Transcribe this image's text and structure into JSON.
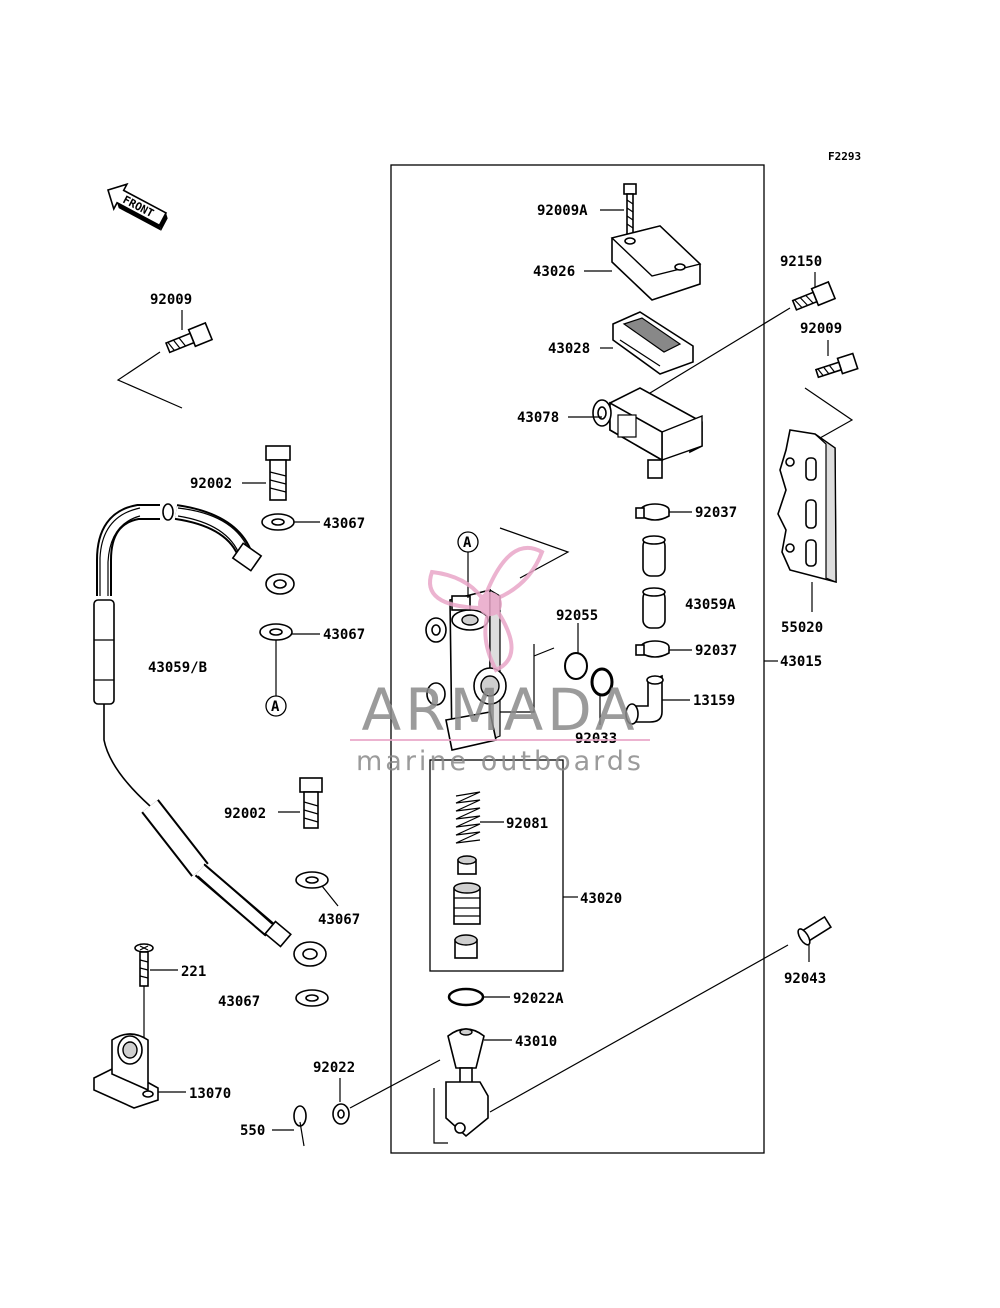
{
  "figure_code": "F2293",
  "front_arrow": "FRONT",
  "callouts": {
    "a_top": "A",
    "a_left": "A"
  },
  "labels": {
    "p92009A": "92009A",
    "p43026": "43026",
    "p43028": "43028",
    "p43078": "43078",
    "p92150": "92150",
    "p92009_right": "92009",
    "p92009_left": "92009",
    "p92002_top": "92002",
    "p43067_1": "43067",
    "p43067_2": "43067",
    "p43059B": "43059/B",
    "p92037_top": "92037",
    "p43059A": "43059A",
    "p92055": "92055",
    "p92037_bot": "92037",
    "p55020": "55020",
    "p43015": "43015",
    "p13159": "13159",
    "p92033": "92033",
    "p92002_bot": "92002",
    "p92081": "92081",
    "p43020": "43020",
    "p43067_3": "43067",
    "p43067_4": "43067",
    "p221": "221",
    "p92043": "92043",
    "p92022A": "92022A",
    "p43010": "43010",
    "p92022": "92022",
    "p13070": "13070",
    "p550": "550"
  },
  "watermark": {
    "brand": "ARMADA",
    "tagline": "marine outboards",
    "brand_color": "#8a8a8a",
    "accent_color": "#e9a6c8"
  }
}
